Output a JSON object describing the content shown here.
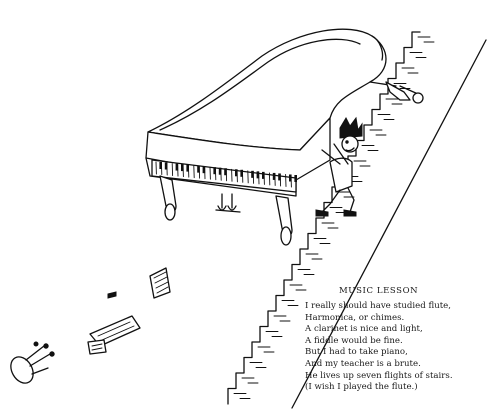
{
  "poem": {
    "title": "MUSIC LESSON",
    "lines": [
      "I really should have studied flute,",
      "Harmonica, or chimes.",
      "A clarinet is nice and light,",
      "A fiddle would be fine.",
      "But I had to take piano,",
      "And my teacher is a brute.",
      "He lives up seven flights of stairs.",
      "(I wish I played the flute.)"
    ]
  }
}
